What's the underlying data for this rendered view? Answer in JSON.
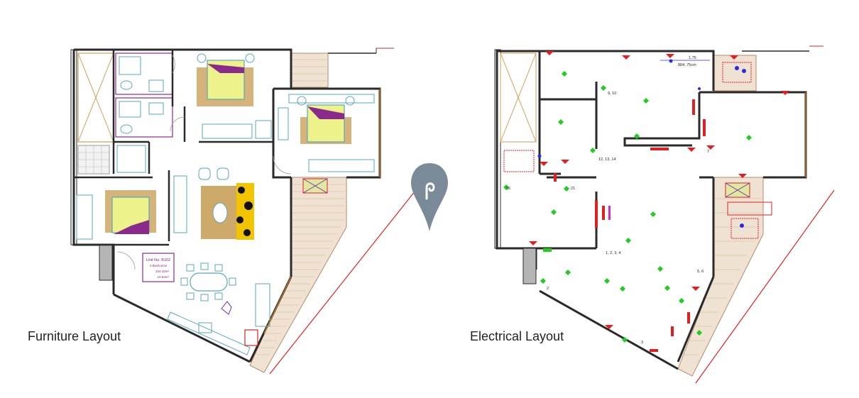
{
  "furniture": {
    "caption": "Furniture Layout",
    "unit_box": {
      "line1": "Unit No. B102",
      "line2": "3 Bedrooms",
      "line3": "104.42m²",
      "line4": "10.63m²"
    }
  },
  "electrical": {
    "caption": "Electrical Layout",
    "labels": {
      "l_910": "9, 10",
      "l_1213": "12, 13, 14",
      "l_16": "16",
      "l_21": "21",
      "l_1234": "1, 2, 3, 4",
      "l_56": "5, 6",
      "l_7": "7",
      "l_2": "2",
      "l_3": "3",
      "l_175": "1.75",
      "l_884": "884, 75cm"
    }
  },
  "colors": {
    "wall": "#2a2a2a",
    "furniture": "#5aa7b8",
    "bed": "#e8f08a",
    "rug": "#c9a15a",
    "purple": "#8a2a8a",
    "terrace": "#e9d9c8",
    "electrical_red": "#e02020",
    "electrical_green": "#22cc22",
    "pin": "#7a8a99"
  },
  "icons": {
    "pin": "map-pin-icon"
  }
}
